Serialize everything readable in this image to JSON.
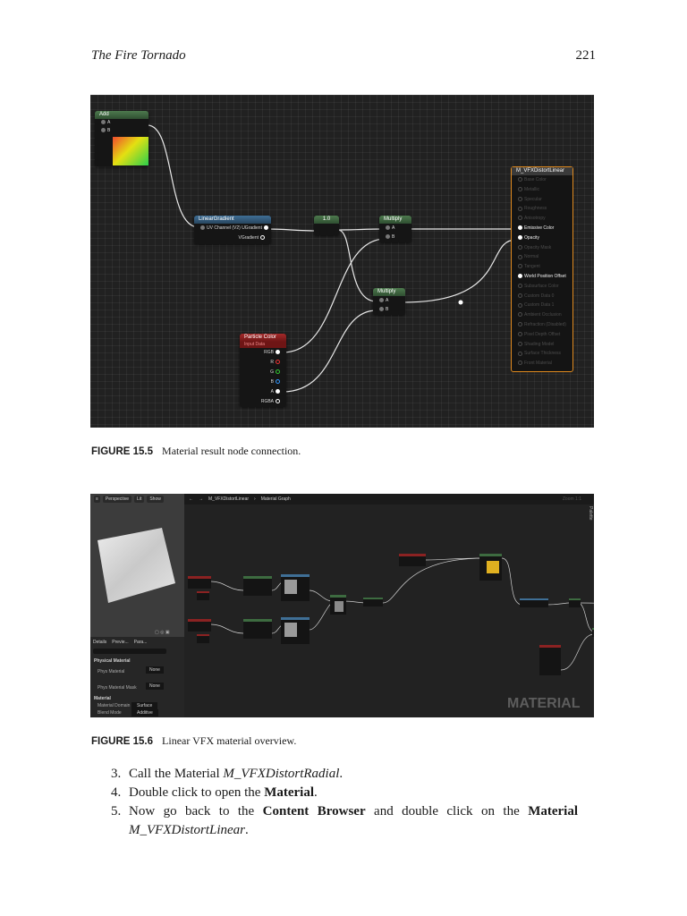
{
  "header": {
    "title": "The Fire Tornado",
    "page_number": "221"
  },
  "figure1": {
    "caption_label": "FIGURE 15.5",
    "caption_text": "Material result node connection.",
    "nodes": {
      "add": {
        "title": "Add",
        "pins": [
          "A",
          "B"
        ]
      },
      "linear_gradient": {
        "title": "LinearGradient",
        "input": "UV Channel (V2)",
        "outputs": [
          "UGradient",
          "VGradient"
        ]
      },
      "constant": {
        "title": "1.0"
      },
      "multiply_top": {
        "title": "Multiply",
        "pins": [
          "A",
          "B"
        ]
      },
      "multiply_bottom": {
        "title": "Multiply",
        "pins": [
          "A",
          "B"
        ]
      },
      "particle_color": {
        "title": "Particle Color",
        "subtitle": "Input Data",
        "outputs": [
          "RGB",
          "R",
          "G",
          "B",
          "A",
          "RGBA"
        ]
      },
      "result": {
        "title": "M_VFXDistortLinear",
        "pins": [
          "Base Color",
          "Metallic",
          "Specular",
          "Roughness",
          "Anisotropy",
          "Emissive Color",
          "Opacity",
          "Opacity Mask",
          "Normal",
          "Tangent",
          "World Position Offset",
          "Subsurface Color",
          "Custom Data 0",
          "Custom Data 1",
          "Ambient Occlusion",
          "Refraction (Disabled)",
          "Pixel Depth Offset",
          "Shading Model",
          "Surface Thickness",
          "Front Material"
        ],
        "active_pins": [
          "Emissive Color",
          "Opacity",
          "World Position Offset"
        ]
      }
    }
  },
  "figure2": {
    "caption_label": "FIGURE 15.6",
    "caption_text": "Linear VFX material overview.",
    "viewport": {
      "perspective": "Perspective",
      "lit": "Lit",
      "show": "Show"
    },
    "breadcrumb": "M_VFXDistortLinear",
    "graph_label": "Material Graph",
    "zoom": "Zoom 1:1",
    "palette": "Palette",
    "details_tab": "Details",
    "preview_tab": "Previe...",
    "params_tab": "Para...",
    "sections": {
      "physical": "Physical Material",
      "material": "Material"
    },
    "props": [
      {
        "label": "Phys Material",
        "value": "None"
      },
      {
        "label": "Phys Material Mask",
        "value": "None"
      },
      {
        "label": "Material Domain",
        "value": "Surface"
      },
      {
        "label": "Blend Mode",
        "value": "Additive"
      }
    ],
    "watermark": "MATERIAL"
  },
  "steps": [
    {
      "num": "3.",
      "parts": [
        {
          "t": "Call the Material "
        },
        {
          "t": "M_VFXDistortRadial",
          "i": true
        },
        {
          "t": "."
        }
      ]
    },
    {
      "num": "4.",
      "parts": [
        {
          "t": "Double click to open the "
        },
        {
          "t": "Material",
          "b": true
        },
        {
          "t": "."
        }
      ]
    },
    {
      "num": "5.",
      "parts": [
        {
          "t": "Now go back to the "
        },
        {
          "t": "Content Browser",
          "b": true
        },
        {
          "t": " and double click on the "
        },
        {
          "t": "Material",
          "b": true
        },
        {
          "t": " "
        },
        {
          "t": "M_VFXDistortLinear",
          "i": true
        },
        {
          "t": "."
        }
      ]
    }
  ]
}
